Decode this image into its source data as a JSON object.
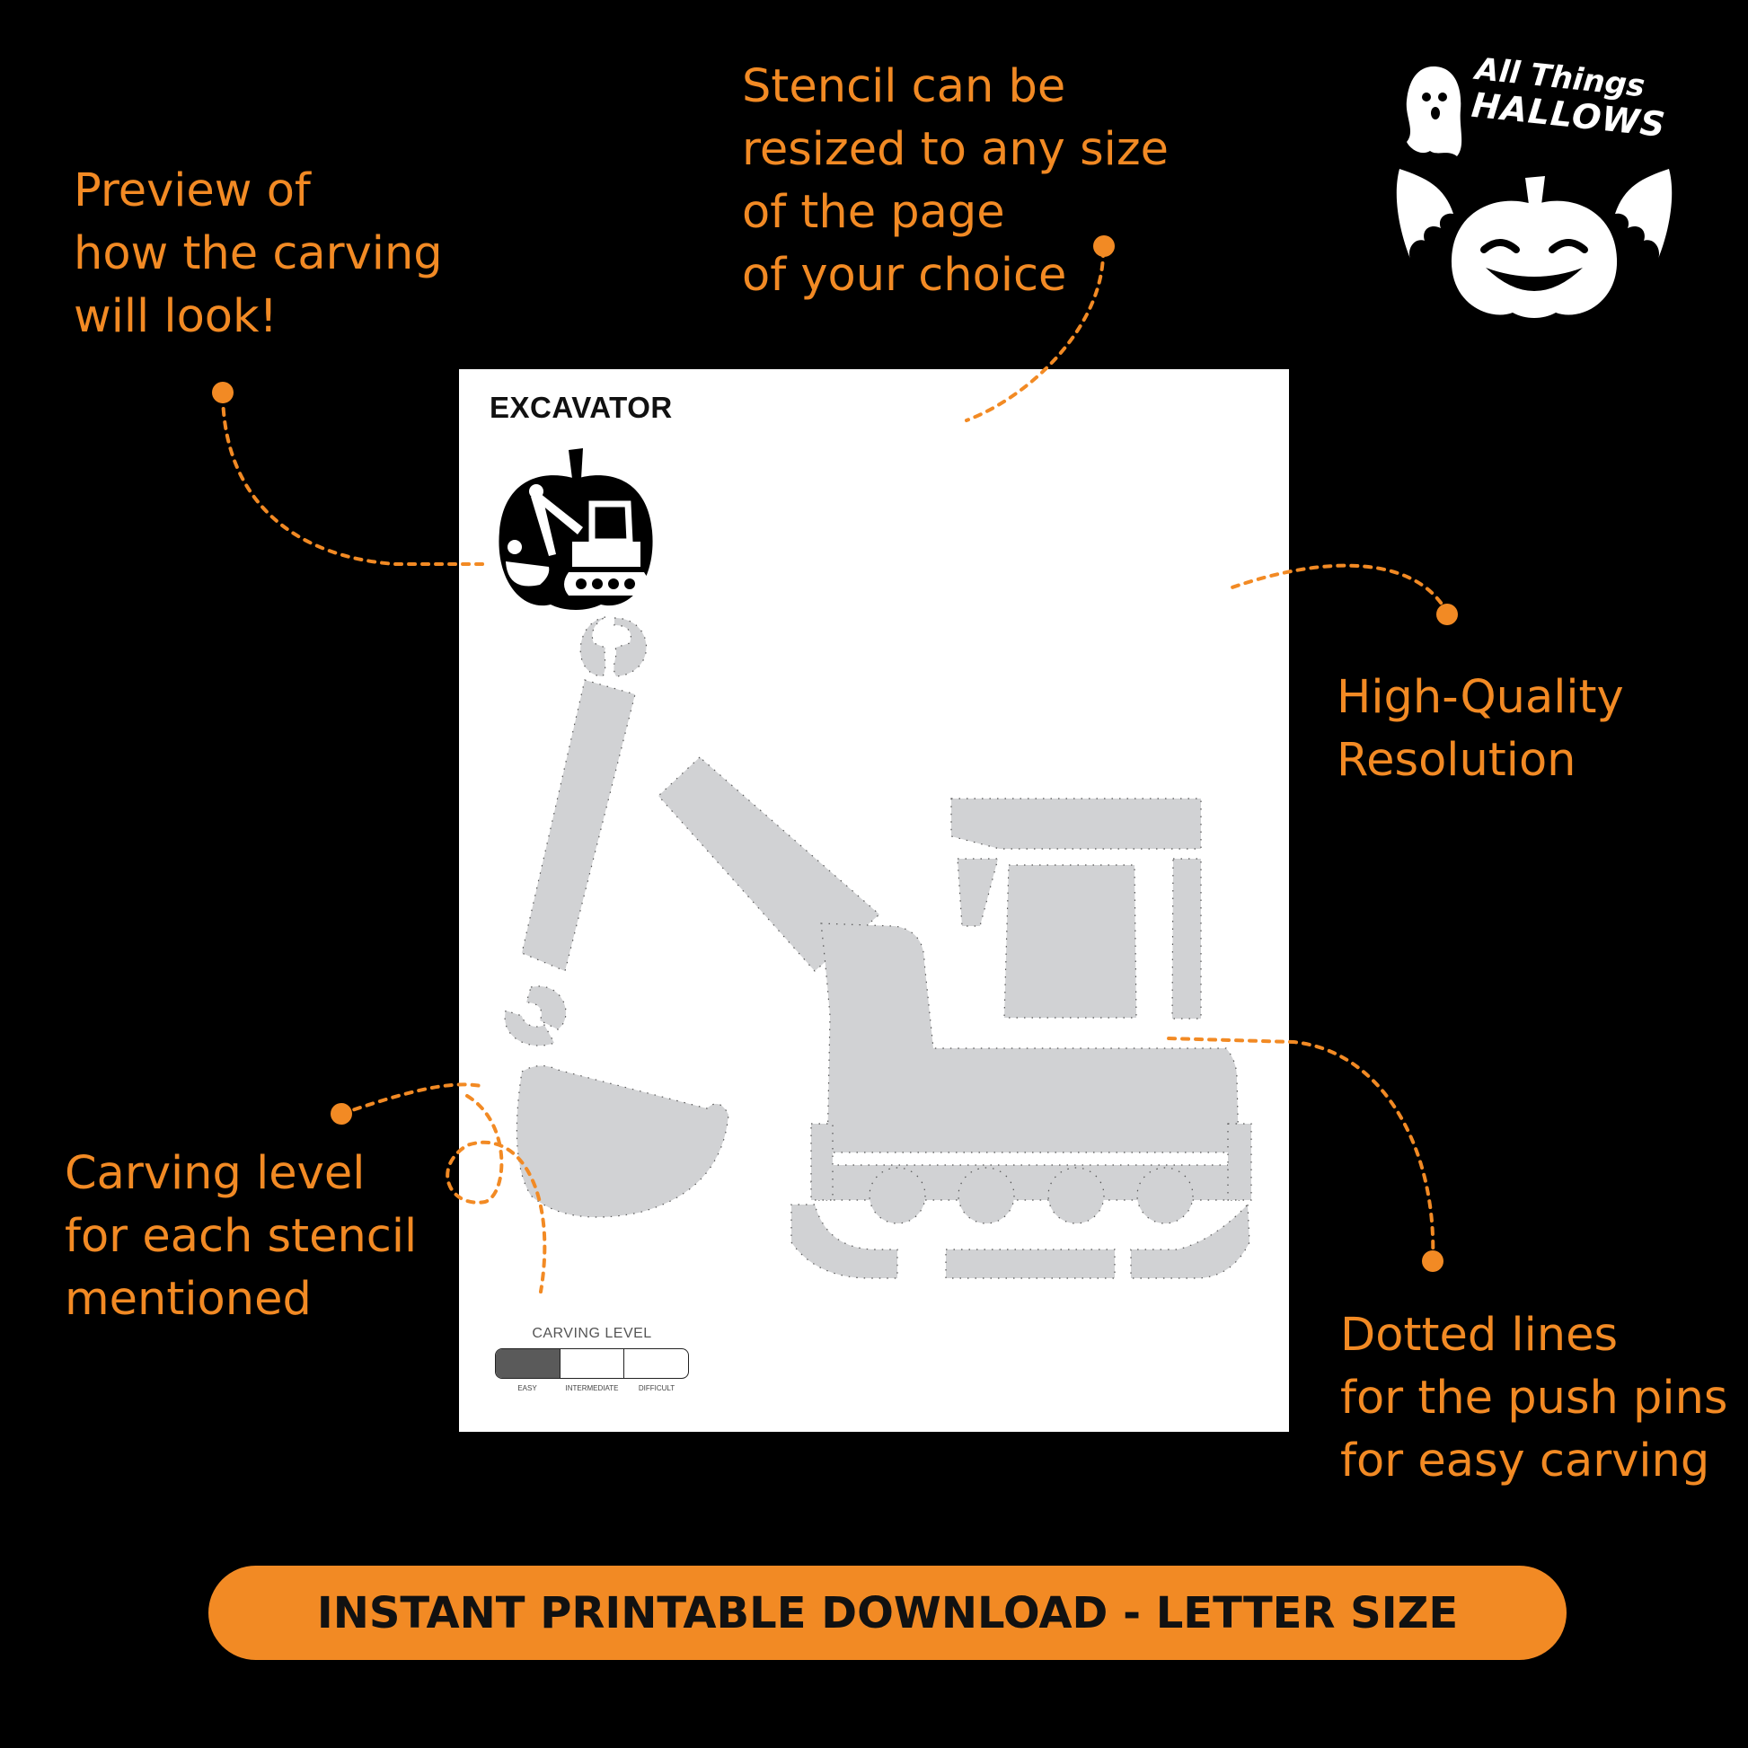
{
  "callouts": {
    "preview": "Preview of\nhow the carving\nwill look!",
    "resize": "Stencil can be\nresized to any size\nof the page\nof your choice",
    "quality": "High-Quality\nResolution",
    "level": "Carving level\nfor each stencil\nmentioned",
    "dotted": "Dotted lines\nfor the push pins\nfor easy carving"
  },
  "stencil": {
    "title": "EXCAVATOR",
    "carving_level": {
      "title": "CARVING LEVEL",
      "labels": [
        "EASY",
        "INTERMEDIATE",
        "DIFFICULT"
      ],
      "selected": "EASY"
    }
  },
  "logo": {
    "line1": "All Things",
    "line2": "HALLOWS"
  },
  "banner": "INSTANT PRINTABLE DOWNLOAD - LETTER SIZE",
  "colors": {
    "accent": "#f28a24",
    "background": "#000000",
    "stencil_fill": "#d1d2d4",
    "sheet": "#ffffff"
  }
}
